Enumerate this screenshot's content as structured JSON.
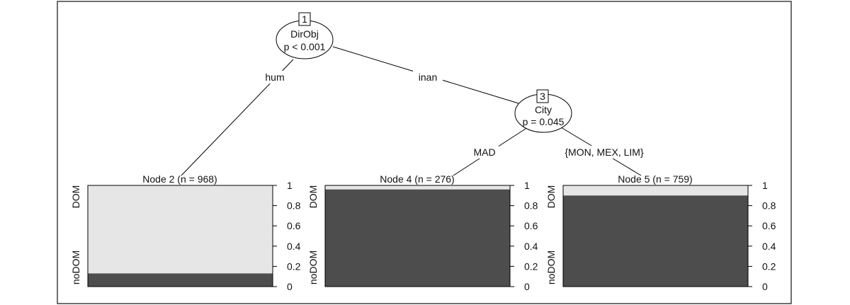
{
  "tree": {
    "inner_nodes": [
      {
        "id": "1",
        "variable": "DirObj",
        "p_value": "p < 0.001"
      },
      {
        "id": "3",
        "variable": "City",
        "p_value": "p = 0.045"
      }
    ],
    "edge_labels": {
      "hum": "hum",
      "inan": "inan",
      "mad": "MAD",
      "mon_mex_lim": "{MON, MEX, LIM}"
    },
    "terminal_nodes": [
      {
        "label": "Node 2 (n = 968)",
        "noDOM": 0.13,
        "DOM": 0.87
      },
      {
        "label": "Node 4 (n = 276)",
        "noDOM": 0.96,
        "DOM": 0.04
      },
      {
        "label": "Node 5 (n = 759)",
        "noDOM": 0.9,
        "DOM": 0.1
      }
    ],
    "category_labels": {
      "top": "DOM",
      "bottom": "noDOM"
    },
    "y_ticks": [
      "1",
      "0.8",
      "0.6",
      "0.4",
      "0.2",
      "0"
    ],
    "y_tick_values": [
      1,
      0.8,
      0.6,
      0.4,
      0.2,
      0
    ],
    "colors": {
      "noDOM": "#4d4d4d",
      "DOM": "#e6e6e6",
      "line": "#000000",
      "frame": "#404040"
    }
  }
}
